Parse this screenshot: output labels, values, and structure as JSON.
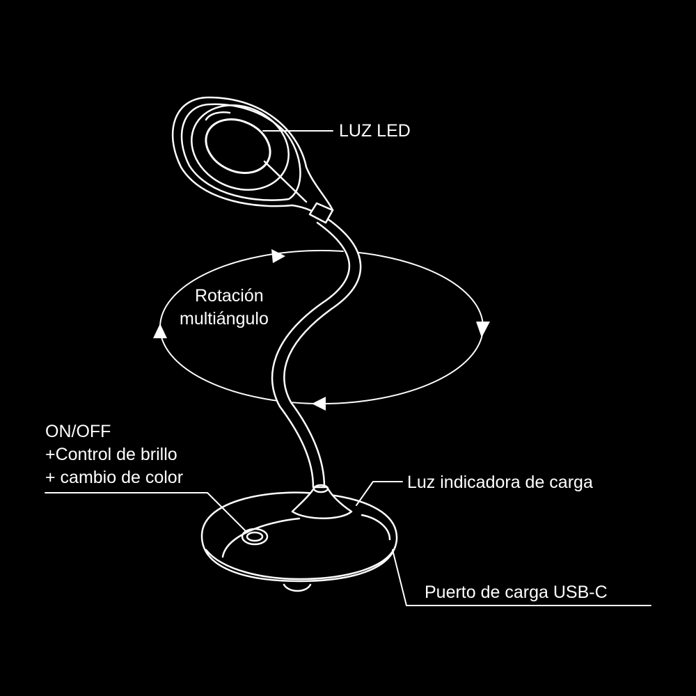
{
  "labels": {
    "led": "LUZ LED",
    "rotation_line1": "Rotación",
    "rotation_line2": "multiángulo",
    "button_line1": "ON/OFF",
    "button_line2": "+Control de brillo",
    "button_line3": "+ cambio de color",
    "charge_indicator": "Luz indicadora de carga",
    "usb_port": "Puerto de carga USB-C"
  },
  "colors": {
    "background": "#000000",
    "line": "#ffffff"
  }
}
